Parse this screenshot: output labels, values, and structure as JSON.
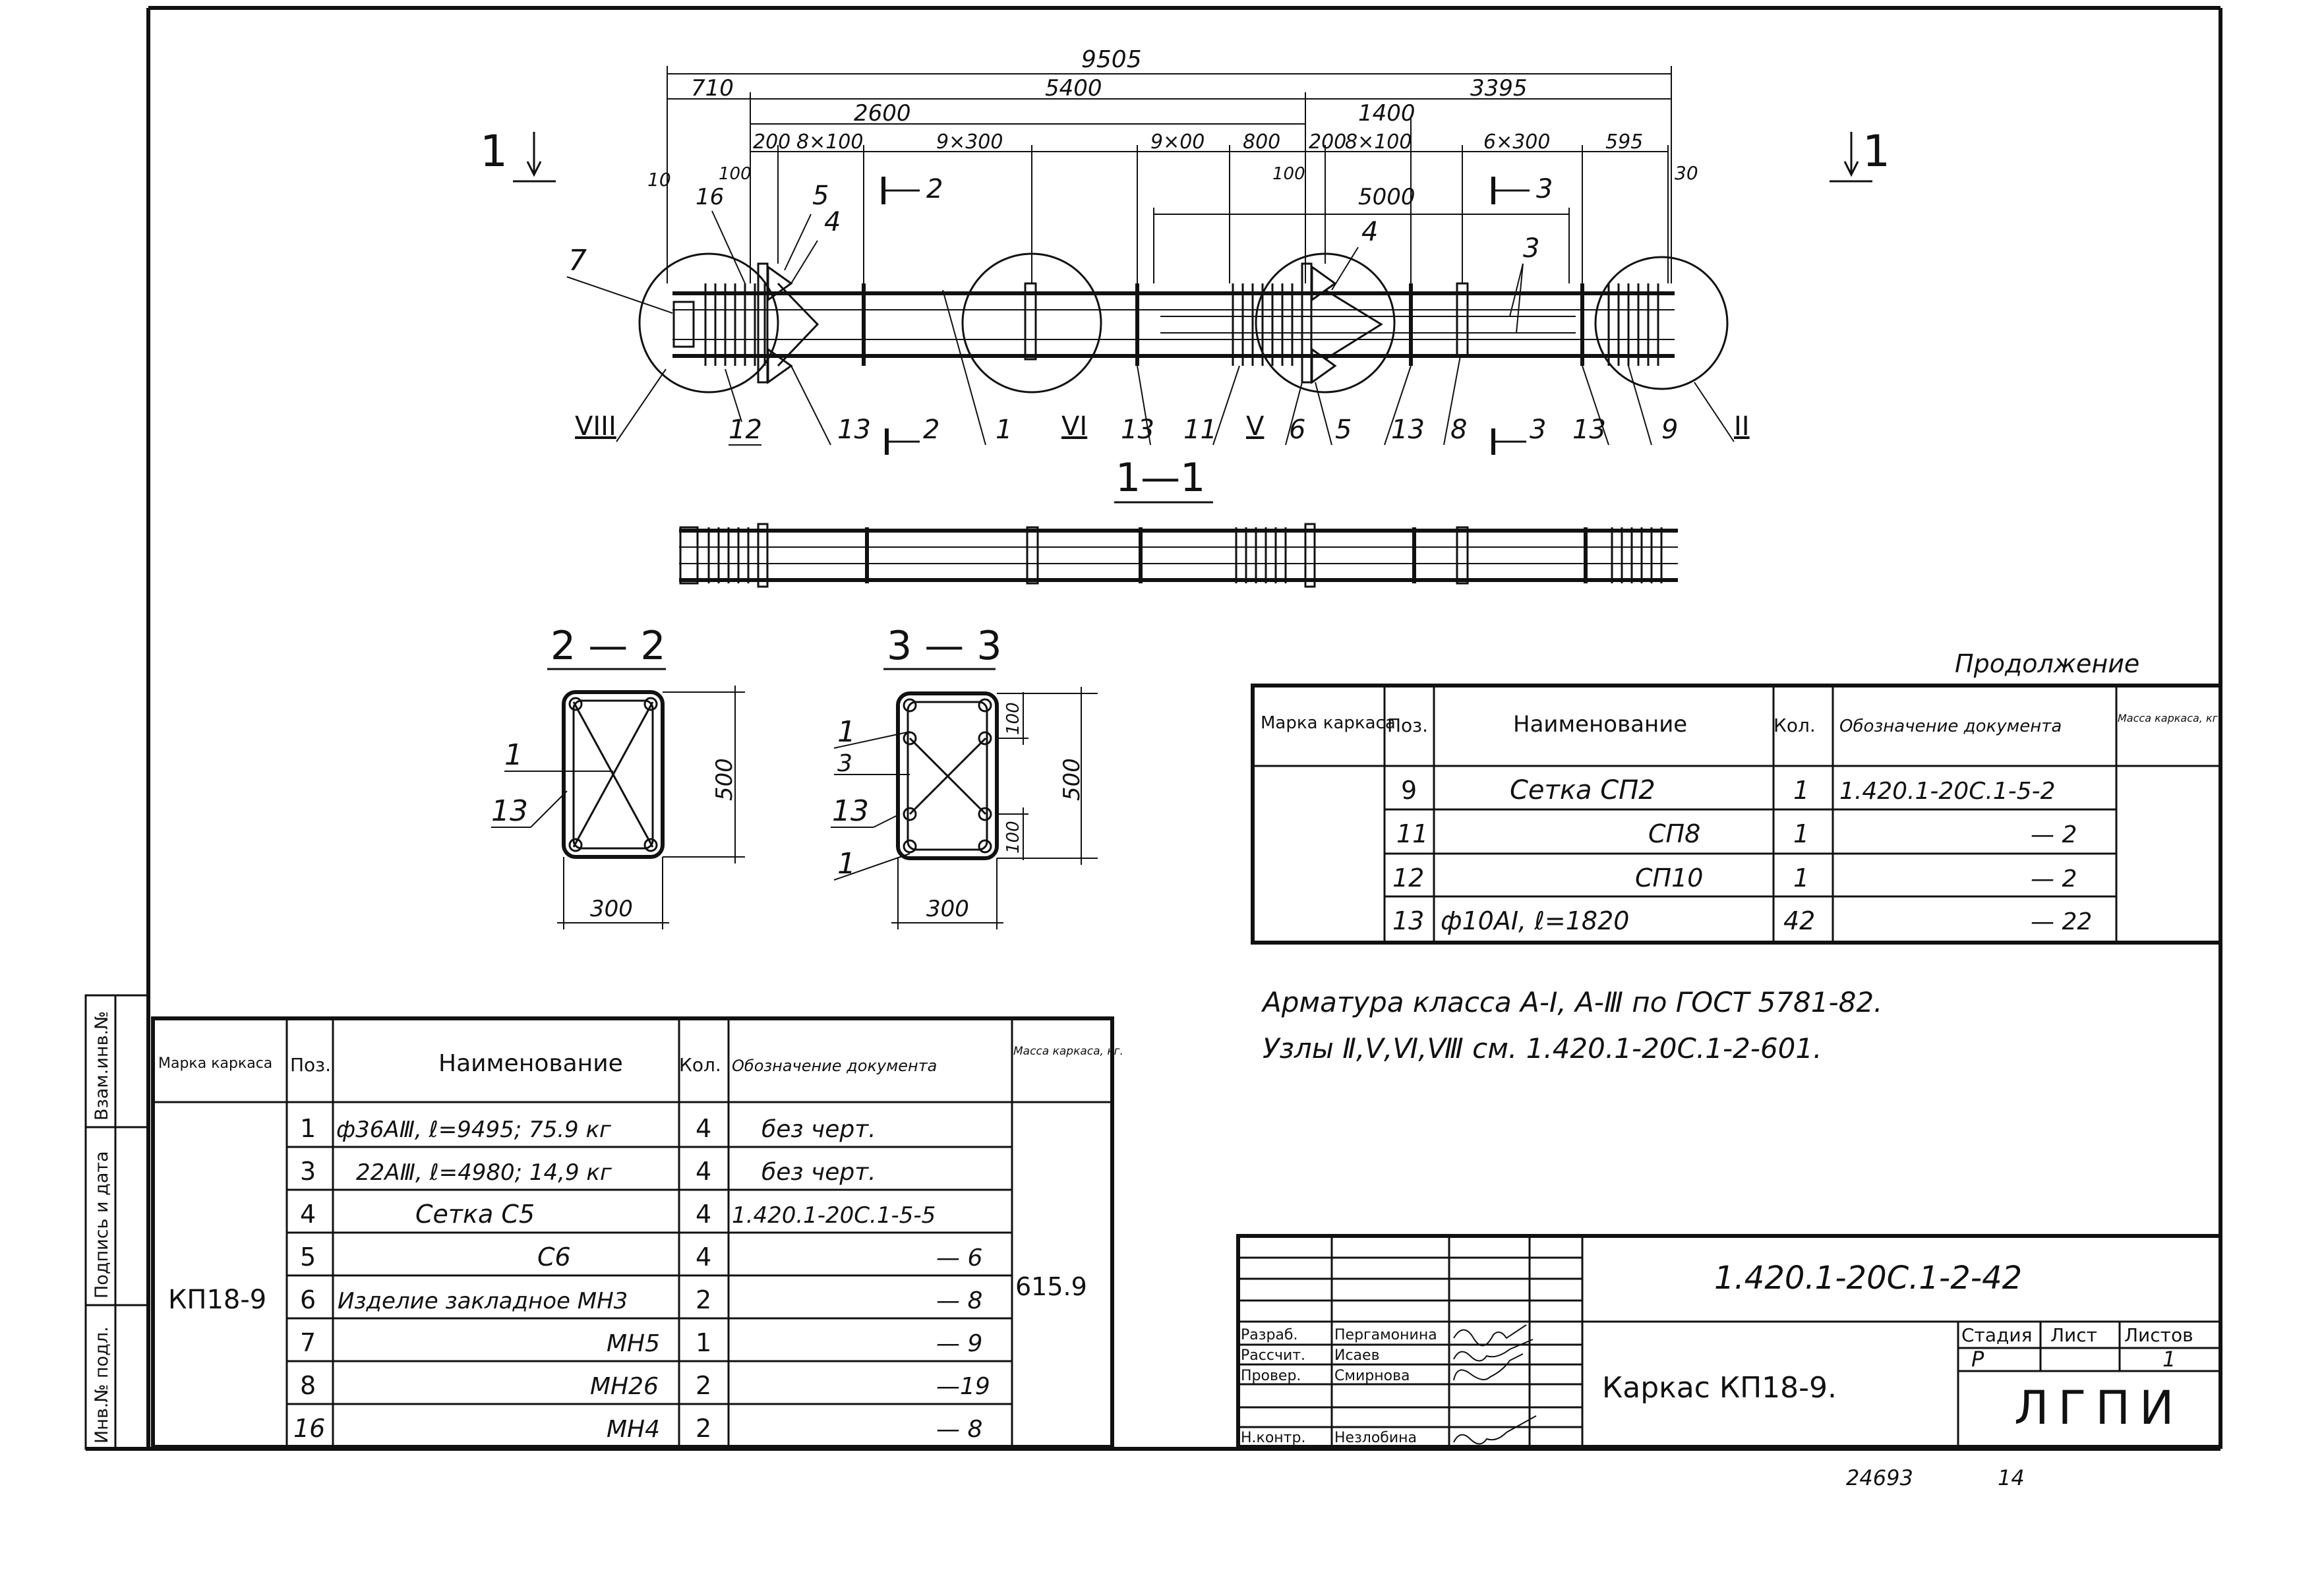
{
  "elevation": {
    "view_label": "1",
    "section_title": "1—1",
    "dims": {
      "overall": "9505",
      "left_end": "710",
      "middle": "5400",
      "right_end": "3395",
      "left_zone": "2600",
      "right_zone": "1400",
      "d200_a": "200",
      "d8x100_a": "8×100",
      "d9x300": "9×300",
      "d9x00": "9×00",
      "d800": "800",
      "d200_b": "200",
      "d8x100_b": "8×100",
      "d6x300": "6×300",
      "d595": "595",
      "d5000": "5000",
      "d10": "10",
      "d100_a": "100",
      "d100_b": "100",
      "d30": "30"
    },
    "cuts": {
      "c2": "2",
      "c3": "3"
    },
    "callouts": [
      "7",
      "16",
      "5",
      "4",
      "12",
      "13",
      "1",
      "13",
      "11",
      "6",
      "5",
      "13",
      "8",
      "13",
      "9",
      "4",
      "3"
    ],
    "nodes": [
      "VIII",
      "VI",
      "V",
      "II"
    ]
  },
  "sections": {
    "s22": {
      "title": "2 — 2",
      "labels": [
        "1",
        "13"
      ],
      "width": "300",
      "height": "500"
    },
    "s33": {
      "title": "3 — 3",
      "labels": [
        "1",
        "3",
        "13",
        "1"
      ],
      "width": "300",
      "height": "500",
      "d_top": "100",
      "d_bot": "100"
    }
  },
  "spec_main": {
    "headers": [
      "Марка каркаса",
      "Поз.",
      "Наименование",
      "Кол.",
      "Обозначение документа",
      "Масса каркаса, кг."
    ],
    "mark": "КП18-9",
    "mass": "615.9",
    "rows": [
      {
        "pos": "1",
        "name": "ф36АⅢ, ℓ=9495; 75.9 кг",
        "qty": "4",
        "doc": "без черт."
      },
      {
        "pos": "3",
        "name": "22АⅢ, ℓ=4980; 14,9 кг",
        "qty": "4",
        "doc": "без черт."
      },
      {
        "pos": "4",
        "name": "Сетка С5",
        "qty": "4",
        "doc": "1.420.1-20С.1-5-5"
      },
      {
        "pos": "5",
        "name": "С6",
        "qty": "4",
        "doc": "— 6"
      },
      {
        "pos": "6",
        "name": "Изделие закладное МН3",
        "qty": "2",
        "doc": "— 8"
      },
      {
        "pos": "7",
        "name": "МН5",
        "qty": "1",
        "doc": "— 9"
      },
      {
        "pos": "8",
        "name": "МН26",
        "qty": "2",
        "doc": "—19"
      },
      {
        "pos": "16",
        "name": "МН4",
        "qty": "2",
        "doc": "— 8"
      }
    ]
  },
  "spec_cont": {
    "caption": "Продолжение",
    "headers": [
      "Марка каркаса",
      "Поз.",
      "Наименование",
      "Кол.",
      "Обозначение документа",
      "Масса каркаса, кг."
    ],
    "rows": [
      {
        "pos": "9",
        "name": "Сетка СП2",
        "qty": "1",
        "doc": "1.420.1-20С.1-5-2"
      },
      {
        "pos": "11",
        "name": "СП8",
        "qty": "1",
        "doc": "— 2"
      },
      {
        "pos": "12",
        "name": "СП10",
        "qty": "1",
        "doc": "— 2"
      },
      {
        "pos": "13",
        "name": "ф10АⅠ, ℓ=1820",
        "qty": "42",
        "doc": "— 22"
      }
    ]
  },
  "notes": [
    "Арматура класса А-Ⅰ, А-Ⅲ по ГОСТ 5781-82.",
    "Узлы Ⅱ,Ⅴ,Ⅵ,Ⅷ см. 1.420.1-20С.1-2-601."
  ],
  "side_stamp": [
    "Инв.№ подл.",
    "Подпись и дата",
    "Взам.инв.№"
  ],
  "title_block": {
    "code": "1.420.1-20С.1-2-42",
    "title": "Каркас КП18-9.",
    "stage_header": "Стадия",
    "sheet_header": "Лист",
    "sheets_header": "Листов",
    "stage": "Р",
    "sheet": "",
    "sheets": "1",
    "org": "ЛГПИ",
    "people": [
      {
        "role": "Разраб.",
        "name": "Пергамонина"
      },
      {
        "role": "Рассчит.",
        "name": "Исаев"
      },
      {
        "role": "Провер.",
        "name": "Смирнова"
      },
      {
        "role": "Н.контр.",
        "name": "Незлобина"
      }
    ]
  },
  "footer": {
    "number": "24693",
    "page": "14"
  }
}
